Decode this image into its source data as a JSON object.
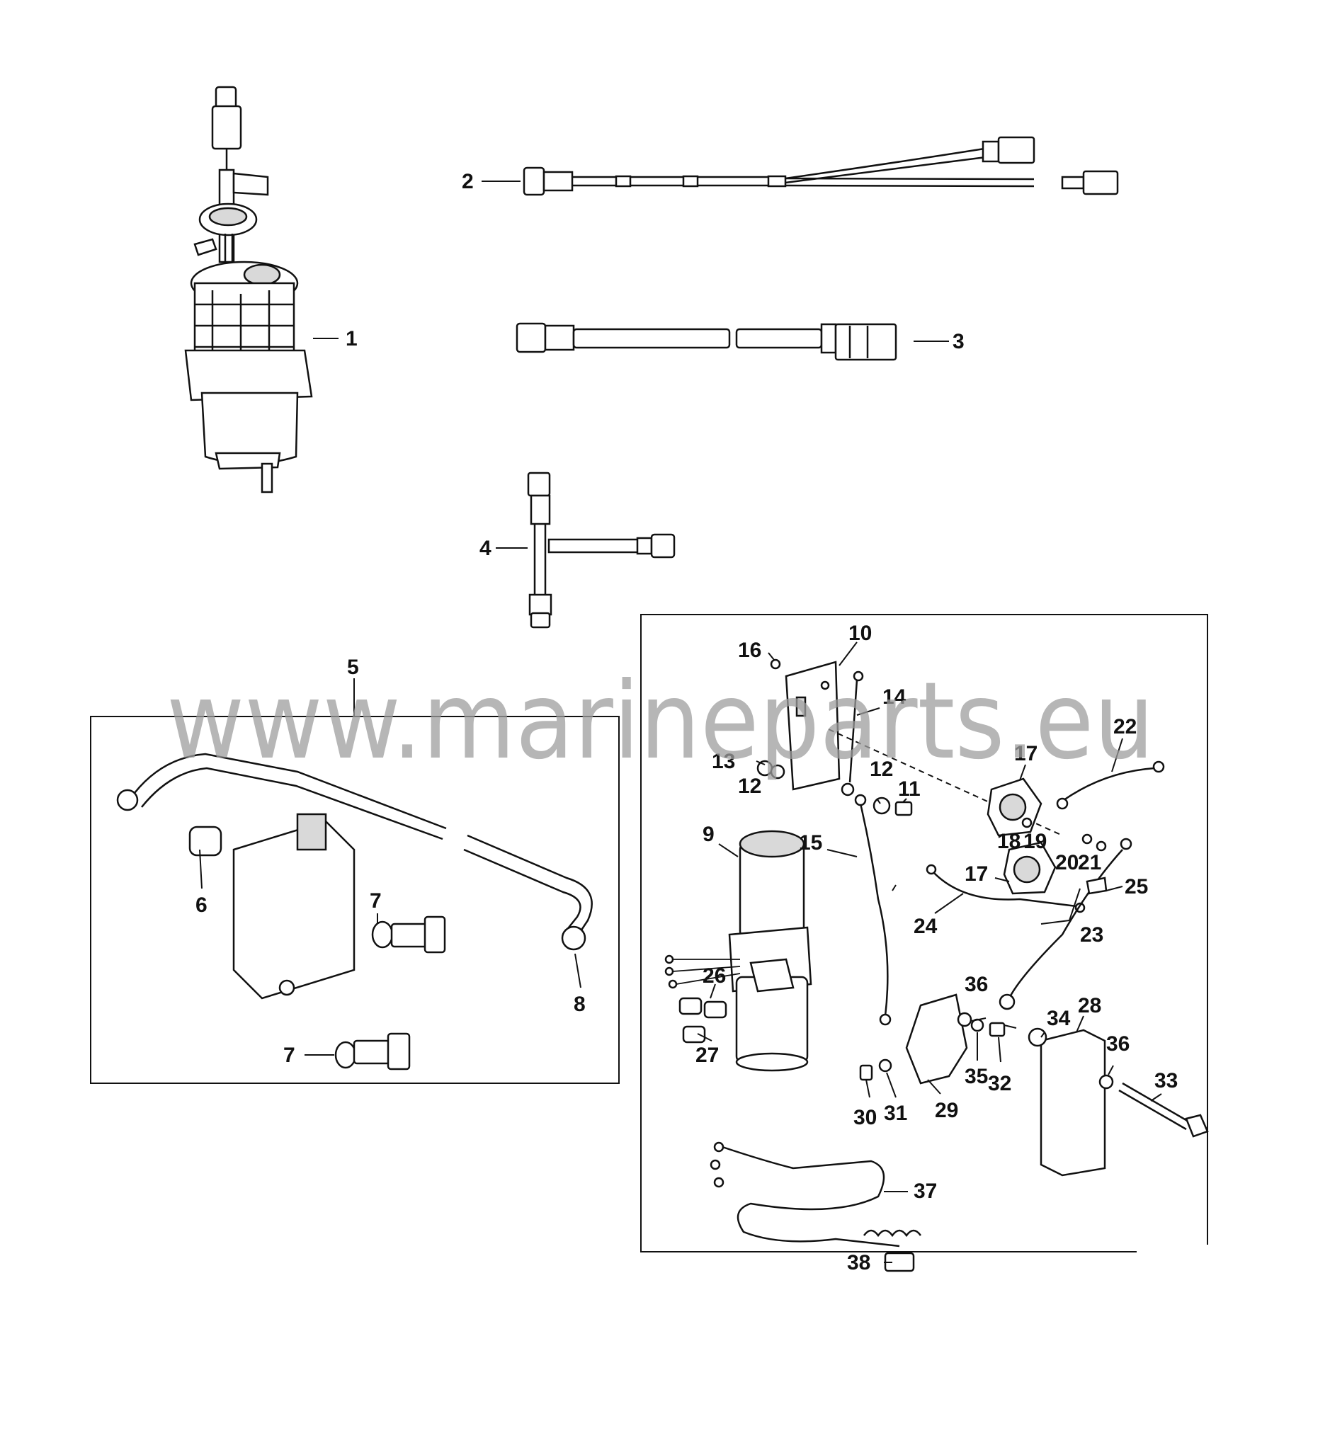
{
  "watermark": "www.marineparts.eu",
  "callouts": {
    "c1": "1",
    "c2": "2",
    "c3": "3",
    "c4": "4",
    "c5": "5",
    "c6": "6",
    "c7a": "7",
    "c7b": "7",
    "c8": "8",
    "c9": "9",
    "c10": "10",
    "c11": "11",
    "c12a": "12",
    "c12b": "12",
    "c13": "13",
    "c14": "14",
    "c15": "15",
    "c16": "16",
    "c17a": "17",
    "c17b": "17",
    "c18": "18",
    "c19": "19",
    "c20": "20",
    "c21": "21",
    "c22": "22",
    "c23": "23",
    "c24": "24",
    "c25": "25",
    "c26": "26",
    "c27": "27",
    "c28": "28",
    "c29": "29",
    "c30": "30",
    "c31": "31",
    "c32": "32",
    "c33": "33",
    "c34": "34",
    "c35": "35",
    "c36a": "36",
    "c36b": "36",
    "c37": "37",
    "c38": "38"
  }
}
